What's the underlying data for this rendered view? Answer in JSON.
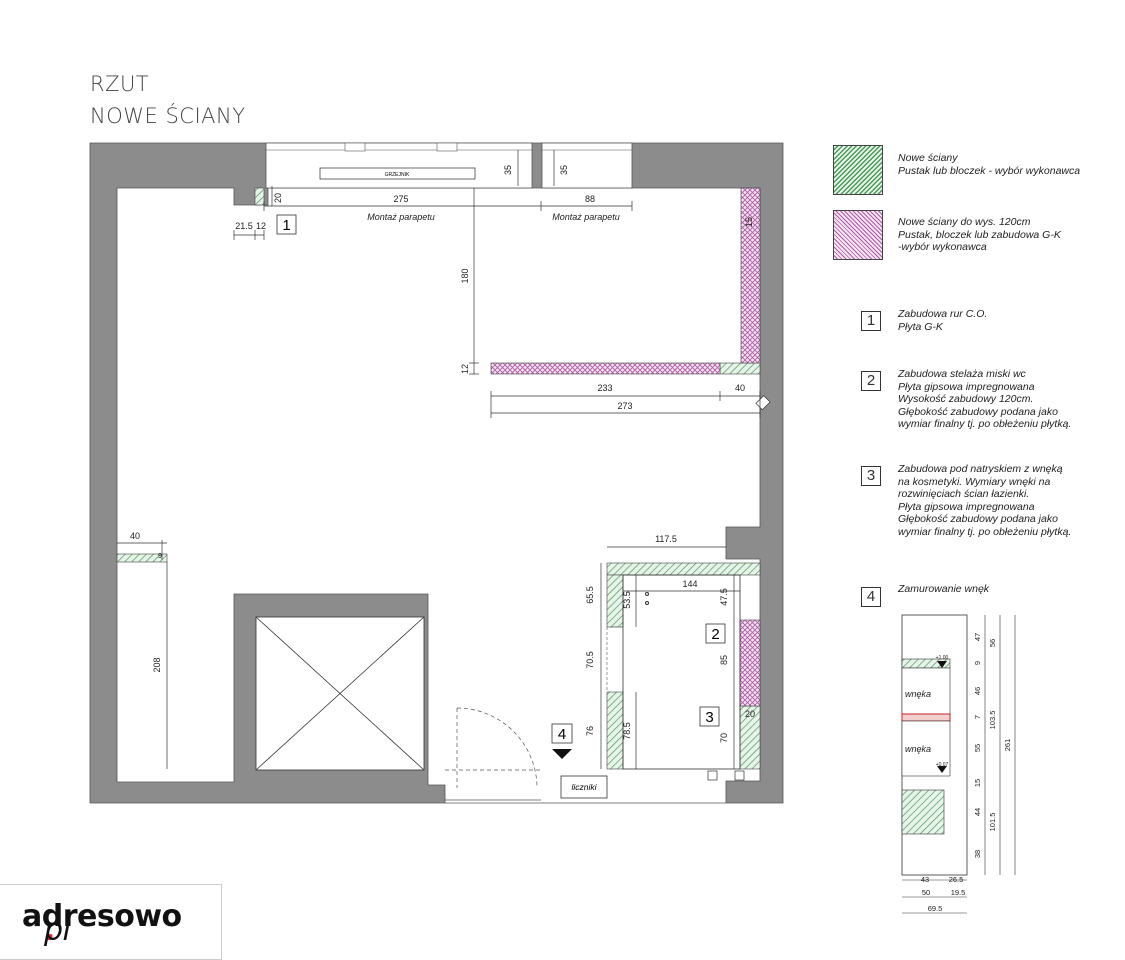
{
  "title": {
    "line1": "RZUT",
    "line2": "NOWE ŚCIANY"
  },
  "colors": {
    "wall": "#8c8c8d",
    "green_hatch": "#4a9a5a",
    "purple_hatch": "#b05aa8",
    "red_band": "#d02020"
  },
  "legend": {
    "green": {
      "text": "Nowe ściany\nPustak lub bloczek - wybór wykonawca"
    },
    "purple": {
      "text": "Nowe ściany do wys. 120cm\nPustak, bloczek lub zabudowa G-K\n-wybór wykonawca"
    },
    "items": [
      {
        "num": "1",
        "text": "Zabudowa rur C.O.\nPłyta G-K"
      },
      {
        "num": "2",
        "text": "Zabudowa stelaża miski wc\nPłyta gipsowa impregnowana\nWysokość zabudowy 120cm.\nGłębokość zabudowy podana jako\nwymiar finalny tj. po obłeżeniu płytką."
      },
      {
        "num": "3",
        "text": "Zabudowa pod natryskiem z wnęką\nna kosmetyki. Wymiary wnęki na\nrozwinięciach ścian łazienki.\nPłyta gipsowa impregnowana\nGłębokość zabudowy podana jako\nwymiar finalny tj. po obłeżeniu płytką."
      },
      {
        "num": "4",
        "text": "Zamurowanie wnęk"
      }
    ]
  },
  "plan": {
    "marker_labels": [
      "1",
      "2",
      "3",
      "4"
    ],
    "dims": {
      "d275": "275",
      "d88": "88",
      "d20": "20",
      "d35a": "35",
      "d35b": "35",
      "d21_5": "21.5",
      "d12a": "12",
      "d180": "180",
      "d12b": "12",
      "d15": "15",
      "d233": "233",
      "d40a": "40",
      "d273": "273",
      "d40b": "40",
      "d9": "9",
      "d208": "208",
      "d117_5": "117.5",
      "d144": "144",
      "d65_5": "65.5",
      "d53_5": "53.5",
      "d47_5": "47.5",
      "d70_5": "70.5",
      "d85": "85",
      "d76": "76",
      "d78_5": "78.5",
      "d70": "70",
      "d20b": "20"
    },
    "notes": {
      "parapet1": "Montaż parapetu",
      "parapet2": "Montaż parapetu",
      "liczniki": "liczniki",
      "radiator": "GRZEJNIK"
    }
  },
  "elevation": {
    "labels": {
      "wneka1": "wnęka",
      "wneka2": "wnęka",
      "lvl1": "+1.00",
      "lvl2": "+0.07"
    },
    "right_dims": [
      "47",
      "9",
      "46",
      "7",
      "55",
      "15",
      "44",
      "38"
    ],
    "outer_dims": [
      "56",
      "103.5",
      "101.5",
      "261"
    ],
    "bottom_dims": [
      "43",
      "26.5",
      "50",
      "19.5",
      "69.5"
    ]
  }
}
